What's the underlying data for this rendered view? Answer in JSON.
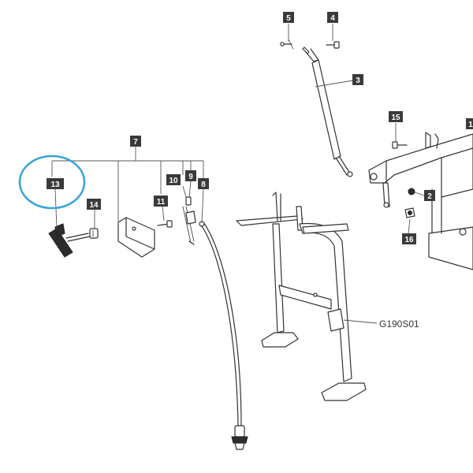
{
  "diagram": {
    "part_labels": [
      "5",
      "4",
      "3",
      "15",
      "1",
      "2",
      "16",
      "7",
      "9",
      "10",
      "8",
      "13",
      "14",
      "11"
    ],
    "drawing_code": "G190S01",
    "highlighted_part": "13",
    "highlight_color": "#3aa3d6"
  }
}
